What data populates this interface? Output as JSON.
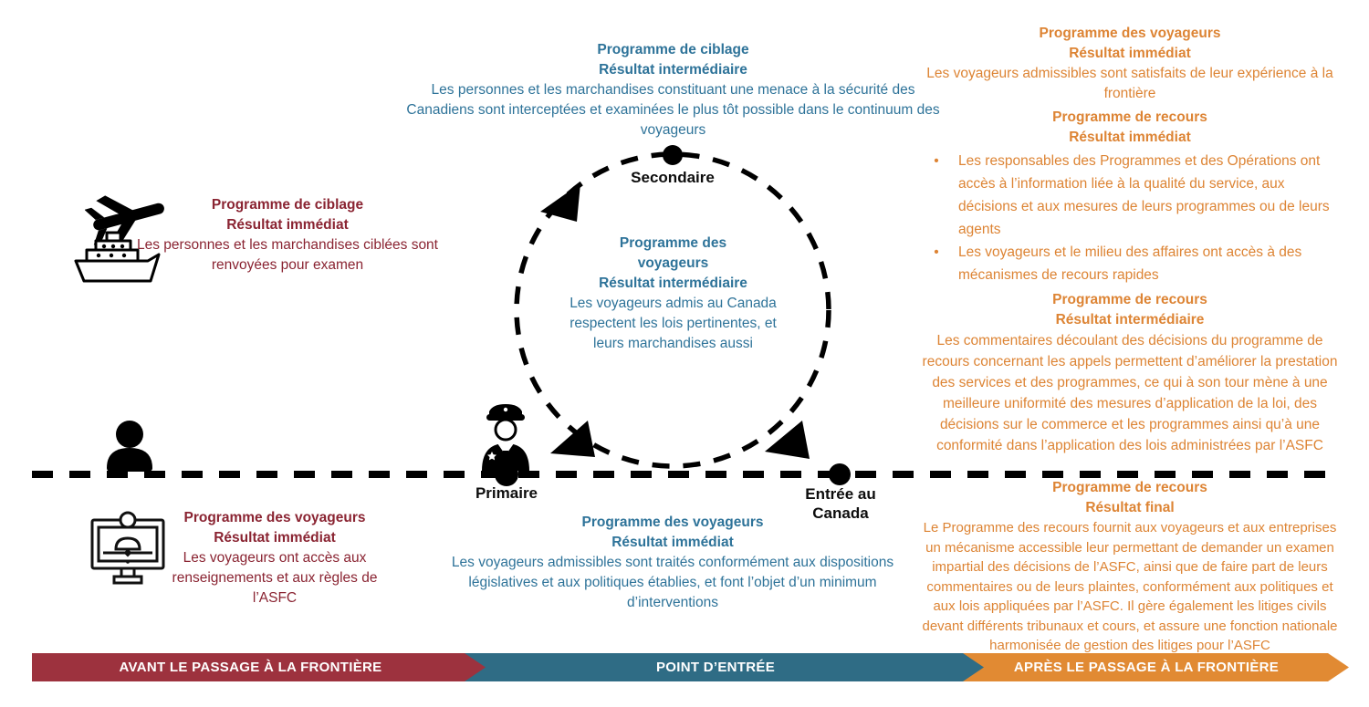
{
  "palette": {
    "text_dark_red": "#8A2432",
    "text_blue": "#2E7399",
    "text_orange": "#DD8434",
    "banner_red": "#9D323E",
    "banner_teal": "#2F6C85",
    "banner_orange": "#E18A33",
    "line_black": "#000000"
  },
  "pre_border": {
    "targeting_immediate": {
      "title": "Programme de ciblage",
      "subtitle": "Résultat immédiat",
      "body": "Les personnes et les marchandises ciblées sont renvoyées pour examen"
    },
    "travellers_immediate": {
      "title": "Programme des voyageurs",
      "subtitle": "Résultat immédiat",
      "body": "Les voyageurs ont accès aux renseignements et aux règles de l’ASFC"
    }
  },
  "port_of_entry": {
    "targeting_intermediate": {
      "title": "Programme de ciblage",
      "subtitle": "Résultat intermédiaire",
      "body": "Les personnes et les marchandises constituant une menace à la sécurité des Canadiens sont interceptées et examinées le plus tôt possible dans le continuum des voyageurs"
    },
    "travellers_intermediate": {
      "title": "Programme des voyageurs",
      "subtitle": "Résultat intermédiaire",
      "body": "Les voyageurs admis au Canada respectent les lois pertinentes, et leurs marchandises aussi"
    },
    "travellers_immediate": {
      "title": "Programme des voyageurs",
      "subtitle": "Résultat immédiat",
      "body": "Les voyageurs admissibles sont traités conformément aux dispositions législatives et aux politiques établies, et font l’objet d’un minimum d’interventions"
    },
    "stations": {
      "secondary": "Secondaire",
      "primary": "Primaire",
      "entry": "Entrée au Canada"
    }
  },
  "post_border": {
    "travellers_immediate": {
      "title": "Programme des voyageurs",
      "subtitle": "Résultat immédiat",
      "body": "Les voyageurs admissibles sont satisfaits de leur expérience à la frontière"
    },
    "recourse_immediate": {
      "title": "Programme de recours",
      "subtitle": "Résultat immédiat",
      "bullet_char": "•",
      "bullets": [
        "Les responsables des Programmes et des Opérations ont accès à l’information liée à la qualité du service, aux décisions et aux mesures de leurs programmes ou de leurs agents",
        "Les voyageurs et le milieu des affaires ont accès à des mécanismes de recours rapides"
      ]
    },
    "recourse_intermediate": {
      "title": "Programme de recours",
      "subtitle": "Résultat intermédiaire",
      "body": "Les commentaires découlant des décisions du programme de recours concernant les appels permettent d’améliorer la prestation des services et des programmes, ce qui à son tour mène à une meilleure uniformité des mesures d’application de la loi, des décisions sur le commerce et les programmes ainsi qu’à une conformité dans l’application des lois administrées par l’ASFC"
    },
    "recourse_final": {
      "title": "Programme de recours",
      "subtitle": "Résultat final",
      "body": "Le Programme des recours fournit aux voyageurs et aux entreprises un mécanisme accessible leur permettant de demander un examen impartial des décisions de l’ASFC, ainsi que de faire part de leurs commentaires ou de leurs plaintes, conformément aux politiques et aux lois appliquées par l’ASFC.  Il gère également les litiges civils devant différents tribunaux et cours, et assure une fonction nationale harmonisée de gestion des litiges pour l’ASFC"
    }
  },
  "banners": {
    "before": "AVANT LE PASSAGE À LA FRONTIÈRE",
    "entry": "POINT D’ENTRÉE",
    "after": "APRÈS LE PASSAGE À LA FRONTIÈRE"
  },
  "icons": {
    "airplane": "airplane-icon",
    "ship": "ship-icon",
    "traveller": "person-icon",
    "officer": "border-officer-icon",
    "kiosk": "monitor-kiosk-icon"
  }
}
